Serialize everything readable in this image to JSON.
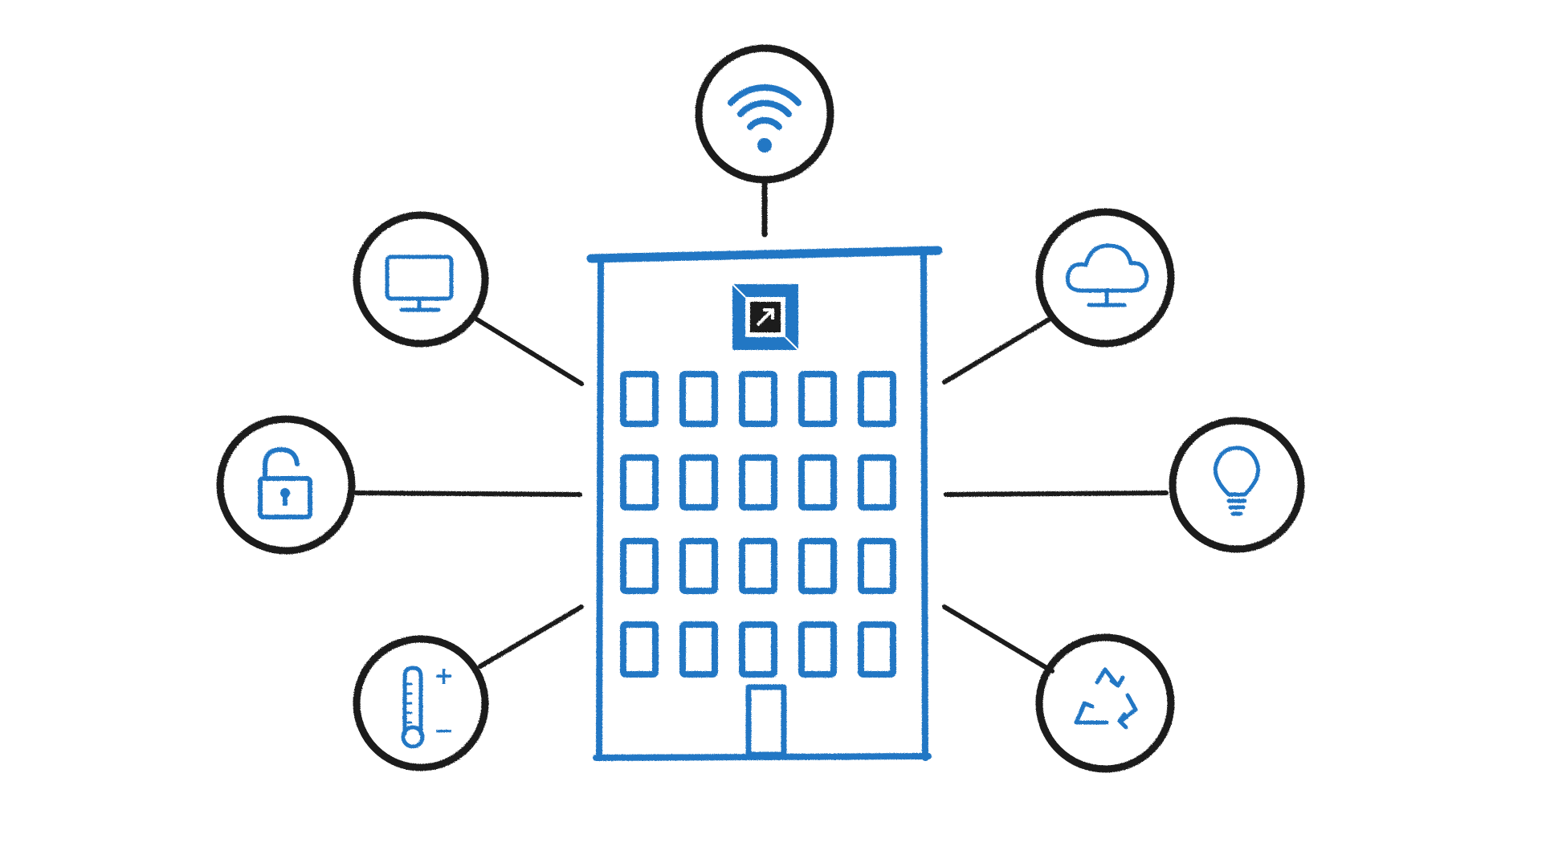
{
  "diagram": {
    "colors": {
      "ink": "#1b1b1b",
      "accent_blue": "#2277c4",
      "background": "#ffffff"
    },
    "center": {
      "name": "building",
      "window_grid": {
        "rows": 4,
        "columns": 5
      },
      "has_door": true,
      "logo": "square-logo-icon"
    },
    "nodes": [
      {
        "id": "wifi",
        "icon": "wifi-icon"
      },
      {
        "id": "monitor",
        "icon": "monitor-icon"
      },
      {
        "id": "cloud",
        "icon": "cloud-network-icon"
      },
      {
        "id": "lock",
        "icon": "unlocked-padlock-icon"
      },
      {
        "id": "lightbulb",
        "icon": "lightbulb-icon"
      },
      {
        "id": "thermometer",
        "icon": "thermometer-icon"
      },
      {
        "id": "recycle",
        "icon": "recycle-icon"
      }
    ],
    "thermometer_marks": {
      "plus": "+",
      "minus": "−"
    }
  }
}
